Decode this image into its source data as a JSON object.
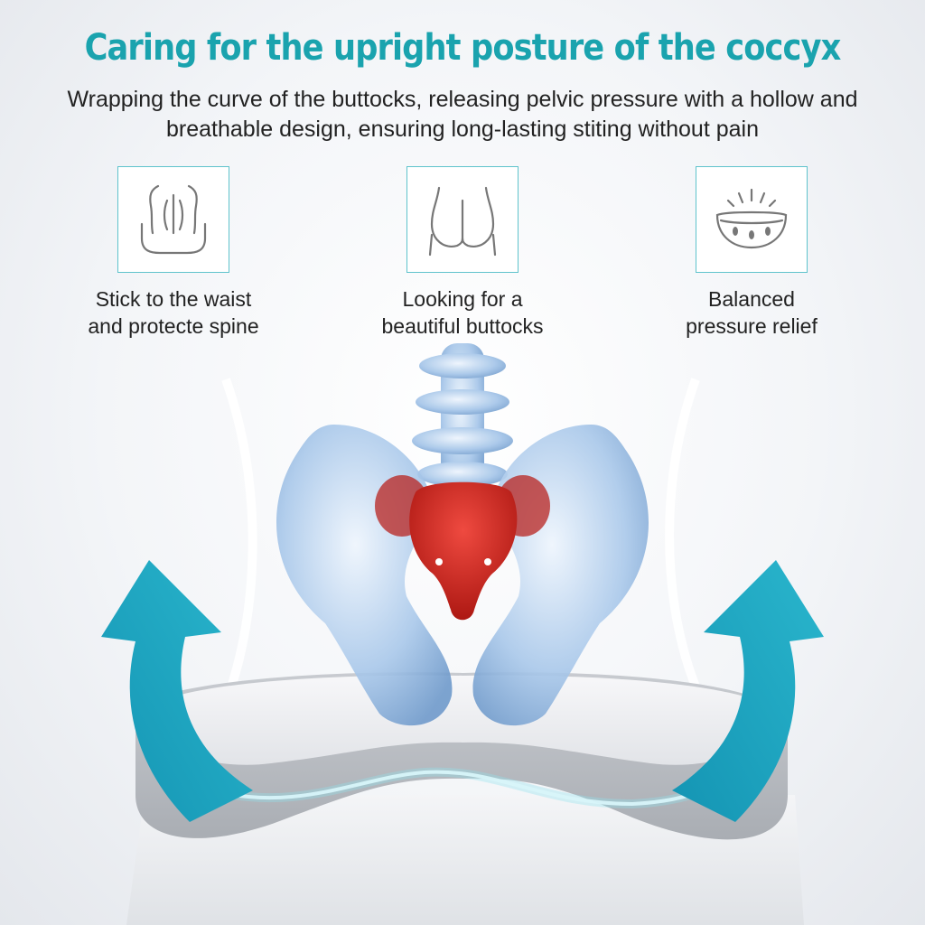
{
  "header": {
    "title": "Caring for the upright posture of the coccyx",
    "subtitle_line1": "Wrapping the curve of the buttocks, releasing pelvic pressure with a hollow and",
    "subtitle_line2": "breathable design, ensuring long-lasting stiting without pain"
  },
  "features": [
    {
      "icon": "spine-back-icon",
      "line1": "Stick to the waist",
      "line2": "and protecte spine"
    },
    {
      "icon": "buttocks-icon",
      "line1": "Looking for a",
      "line2": "beautiful buttocks"
    },
    {
      "icon": "pressure-bowl-icon",
      "line1": "Balanced",
      "line2": "pressure relief"
    }
  ],
  "colors": {
    "accent": "#1aa3ae",
    "arrow": "#19a6bf",
    "sacrum": "#c8201d",
    "bone": "#9cc0e6",
    "cushion": "#b8bcc2"
  }
}
